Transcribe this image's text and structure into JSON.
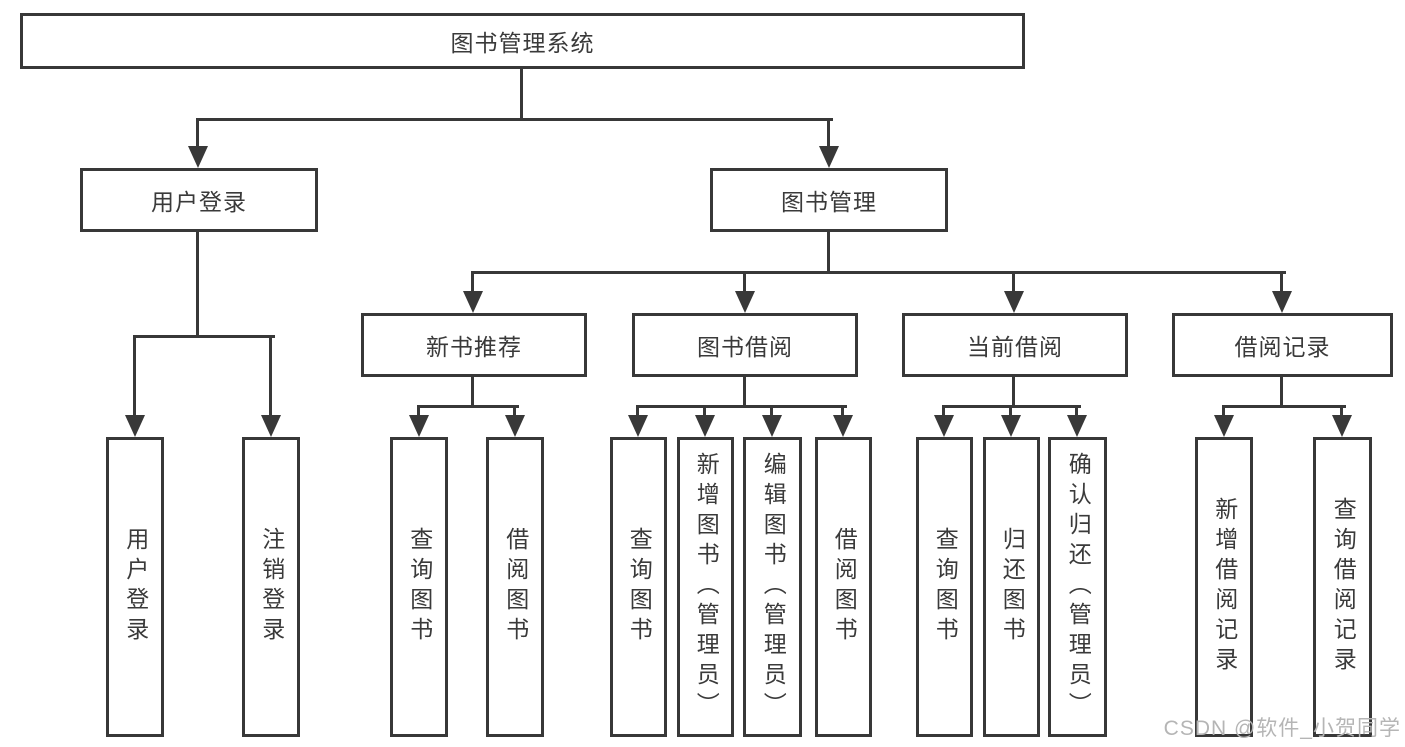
{
  "colors": {
    "line": "#383838",
    "text": "#3a3a3a",
    "background": "#ffffff",
    "watermark": "#b5b5b5"
  },
  "watermark": {
    "text": "CSDN @软件_小贺同学"
  },
  "nodes": {
    "root": "图书管理系统",
    "user_login_branch": "用户登录",
    "book_mgmt": "图书管理",
    "new_book_rec": "新书推荐",
    "book_borrow": "图书借阅",
    "current_borrow": "当前借阅",
    "borrow_records": "借阅记录",
    "leaf_user_login": "用户登录",
    "leaf_logout": "注销登录",
    "leaf_query_book_1": "查询图书",
    "leaf_borrow_book_1": "借阅图书",
    "leaf_query_book_2": "查询图书",
    "leaf_add_book": "新增图书（管理员）",
    "leaf_edit_book": "编辑图书（管理员）",
    "leaf_borrow_book_2": "借阅图书",
    "leaf_query_book_3": "查询图书",
    "leaf_return_book": "归还图书",
    "leaf_confirm_return": "确认归还（管理员）",
    "leaf_add_borrow_record": "新增借阅记录",
    "leaf_query_borrow_record": "查询借阅记录"
  }
}
